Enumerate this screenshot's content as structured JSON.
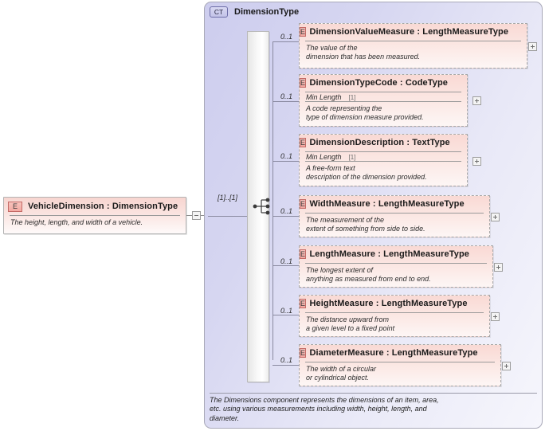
{
  "diagram": {
    "type": "xsd-schema-diagram",
    "root_element": {
      "icon": "element-icon",
      "badge": "E",
      "title": "VehicleDimension : DimensionType",
      "description": "The height, length, and width of a vehicle.",
      "toggle": "minus-toggle-icon"
    },
    "connector": {
      "cardinality": "[1]..[1]",
      "compositor": "sequence-icon"
    },
    "complex_type": {
      "badge": "CT",
      "name": "DimensionType",
      "annotation": "The Dimensions component represents the dimensions of an item, area,\n   etc. using various measurements including width, height, length, and\ndiameter.",
      "children": [
        {
          "badge": "E",
          "title": "DimensionValueMeasure : LengthMeasureType",
          "cardinality": "0..1",
          "facet": null,
          "facet_card": null,
          "description": "The value of the\ndimension that has been measured.",
          "toggle": "plus-toggle-icon"
        },
        {
          "badge": "E",
          "title": "DimensionTypeCode : CodeType",
          "cardinality": "0..1",
          "facet": "Min Length",
          "facet_card": "[1]",
          "description": "A code representing the\ntype of dimension measure provided.",
          "toggle": "plus-toggle-icon"
        },
        {
          "badge": "E",
          "title": "DimensionDescription : TextType",
          "cardinality": "0..1",
          "facet": "Min Length",
          "facet_card": "[1]",
          "description": "A free-form text\ndescription of the dimension provided.",
          "toggle": "plus-toggle-icon"
        },
        {
          "badge": "E",
          "title": "WidthMeasure : LengthMeasureType",
          "cardinality": "0..1",
          "facet": null,
          "facet_card": null,
          "description": "The measurement of the\nextent of something from side to side.",
          "toggle": "plus-toggle-icon"
        },
        {
          "badge": "E",
          "title": "LengthMeasure : LengthMeasureType",
          "cardinality": "0..1",
          "facet": null,
          "facet_card": null,
          "description": "The longest extent of\nanything as measured from end to end.",
          "toggle": "plus-toggle-icon"
        },
        {
          "badge": "E",
          "title": "HeightMeasure : LengthMeasureType",
          "cardinality": "0..1",
          "facet": null,
          "facet_card": null,
          "description": "The distance upward from\na given level to a fixed point",
          "toggle": "plus-toggle-icon"
        },
        {
          "badge": "E",
          "title": "DiameterMeasure : LengthMeasureType",
          "cardinality": "0..1",
          "facet": null,
          "facet_card": null,
          "description": "The width of a circular\nor cylindrical object.",
          "toggle": "plus-toggle-icon"
        }
      ]
    },
    "colors": {
      "element_fill": "#f9d9d4",
      "element_border": "#a8a8a8",
      "container_fill": "#d6d6f1",
      "container_border": "#a9a9b8",
      "badge_fill": "#f3a9a2",
      "line": "#8a8aa0"
    }
  }
}
